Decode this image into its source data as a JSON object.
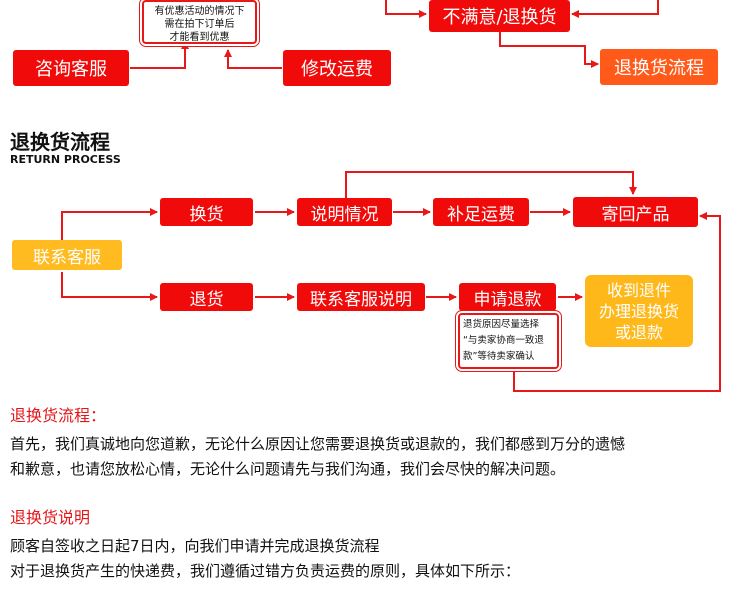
{
  "top": {
    "note_lines": [
      "有优惠活动的情况下",
      "需在拍下订单后",
      "才能看到优惠"
    ],
    "consult_label": "咨询客服",
    "modify_label": "修改运费",
    "unsatisfied_label": "不满意/退换货",
    "return_flow_label": "退换货流程"
  },
  "section": {
    "title": "退换货流程",
    "subtitle": "RETURN PROCESS"
  },
  "flow": {
    "contact": "联系客服",
    "exchange": "换货",
    "explain": "说明情况",
    "pay_shipping": "补足运费",
    "send_back": "寄回产品",
    "refund": "退货",
    "contact_explain": "联系客服说明",
    "apply_refund": "申请退款",
    "receive_lines": [
      "收到退件",
      "办理退换货",
      "或退款"
    ],
    "refund_note_lines": [
      "退货原因尽量选择",
      "“与卖家协商一致退",
      "款”等待卖家确认"
    ]
  },
  "text": {
    "head1": "退换货流程：",
    "para1_lines": [
      "首先，我们真诚地向您道歉，无论什么原因让您需要退换货或退款的，我们都感到万分的遗憾",
      "和歉意，也请您放松心情，无论什么问题请先与我们沟通，我们会尽快的解决问题。"
    ],
    "head2": "退换货说明",
    "para2_lines": [
      "顾客自签收之日起7日内，向我们申请并完成退换货流程",
      "对于退换货产生的快递费，我们遵循过错方负责运费的原则，具体如下所示："
    ]
  },
  "colors": {
    "red": "#f00a0a",
    "orange": "#ff5a1a",
    "yellow": "#ffbb1f",
    "line": "#e81818",
    "heading": "#e4161a"
  }
}
